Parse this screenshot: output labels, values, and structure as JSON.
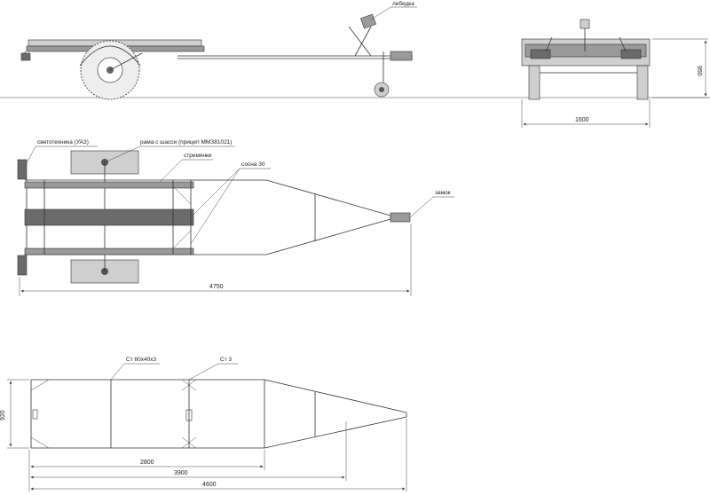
{
  "labels": {
    "winch": "лебедка",
    "lights": "светотехника (УАЗ)",
    "chassis_frame": "рама с шасси (прицеп ММЗ81021)",
    "stirrups": "стремянки",
    "pine": "сосна 30",
    "lock": "замок",
    "steel_profile": "Ст 60х40х3",
    "steel_grade": "Ст 3"
  },
  "dimensions": {
    "rear_height": "950",
    "rear_width": "1600",
    "top_length": "4750",
    "frame_width": "920",
    "frame_2800": "2800",
    "frame_3900": "3900",
    "frame_4600": "4600"
  }
}
